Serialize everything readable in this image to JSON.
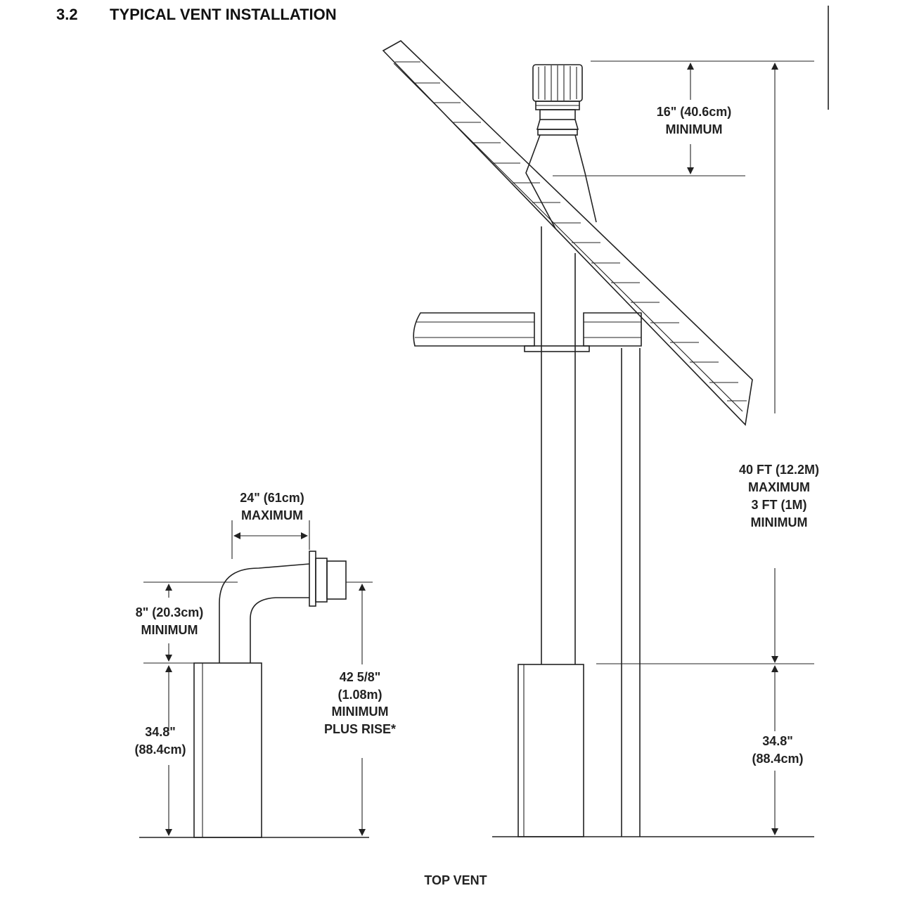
{
  "section": {
    "number": "3.2",
    "title": "TYPICAL VENT INSTALLATION"
  },
  "caption": "TOP VENT",
  "dimensions": {
    "cap_height": {
      "line1": "16\" (40.6cm)",
      "line2": "MINIMUM"
    },
    "vertical_run": {
      "line1": "40 FT (12.2M)",
      "line2": "MAXIMUM",
      "line3": "3 FT (1M)",
      "line4": "MINIMUM"
    },
    "horizontal_run": {
      "line1": "24\" (61cm)",
      "line2": "MAXIMUM"
    },
    "rise_min": {
      "line1": "8\" (20.3cm)",
      "line2": "MINIMUM"
    },
    "appliance_height_left": {
      "line1": "34.8\"",
      "line2": "(88.4cm)"
    },
    "wall_height": {
      "line1": "42 5/8\"",
      "line2": "(1.08m)",
      "line3": "MINIMUM",
      "line4": "PLUS RISE*"
    },
    "appliance_height_right": {
      "line1": "34.8\"",
      "line2": "(88.4cm)"
    }
  },
  "icons": {
    "arrow": "arrowhead-icon",
    "cap": "vent-cap-icon"
  }
}
